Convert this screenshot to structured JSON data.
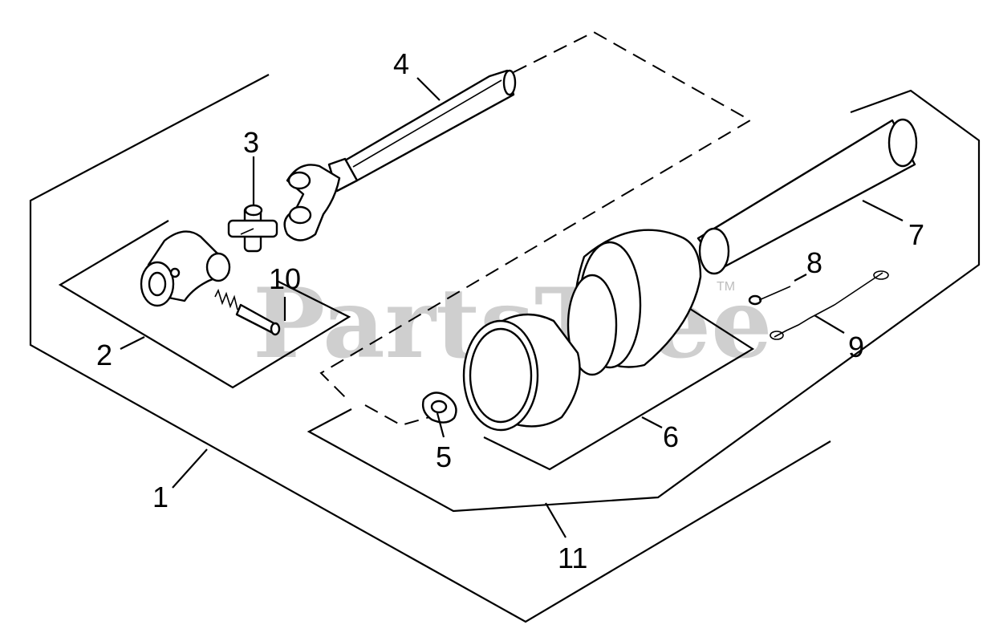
{
  "watermark": {
    "text": "PartsTree",
    "trademark": "TM"
  },
  "callouts": [
    "1",
    "2",
    "3",
    "4",
    "5",
    "6",
    "7",
    "8",
    "9",
    "10",
    "11"
  ]
}
